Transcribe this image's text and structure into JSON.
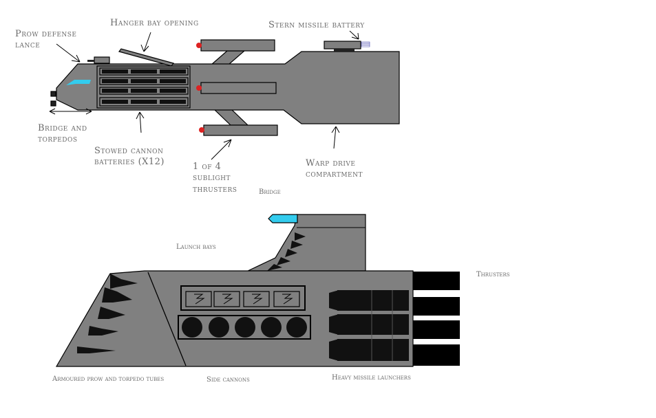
{
  "top_view": {
    "labels": {
      "prow_defense_lance": "Prow defense\nlance",
      "hanger_bay_opening": "Hanger bay opening",
      "stern_missile_battery": "Stern missile battery",
      "bridge_and_torpedos": "Bridge and\ntorpedos",
      "stowed_cannon_batteries": "Stowed cannon\nbatteries (X12)",
      "sublight_thrusters": "1 of 4\nsublight\nthrusters",
      "warp_drive_compartment": "Warp drive\ncompartment"
    }
  },
  "side_view": {
    "labels": {
      "bridge": "Bridge",
      "launch_bays": "Launch bays",
      "thrusters": "Thrusters",
      "armoured_prow": "Armoured prow and torpedo tubes",
      "side_cannons": "Side cannons",
      "heavy_missile_launchers": "Heavy missile launchers"
    }
  },
  "colors": {
    "hull": "#808080",
    "outline": "#000000",
    "cockpit": "#33ccee",
    "thruster_glow": "#dd2222",
    "label_text": "#6a6a6a",
    "background": "#ffffff"
  },
  "icons": [
    "arrow-icon",
    "flag-icon"
  ]
}
